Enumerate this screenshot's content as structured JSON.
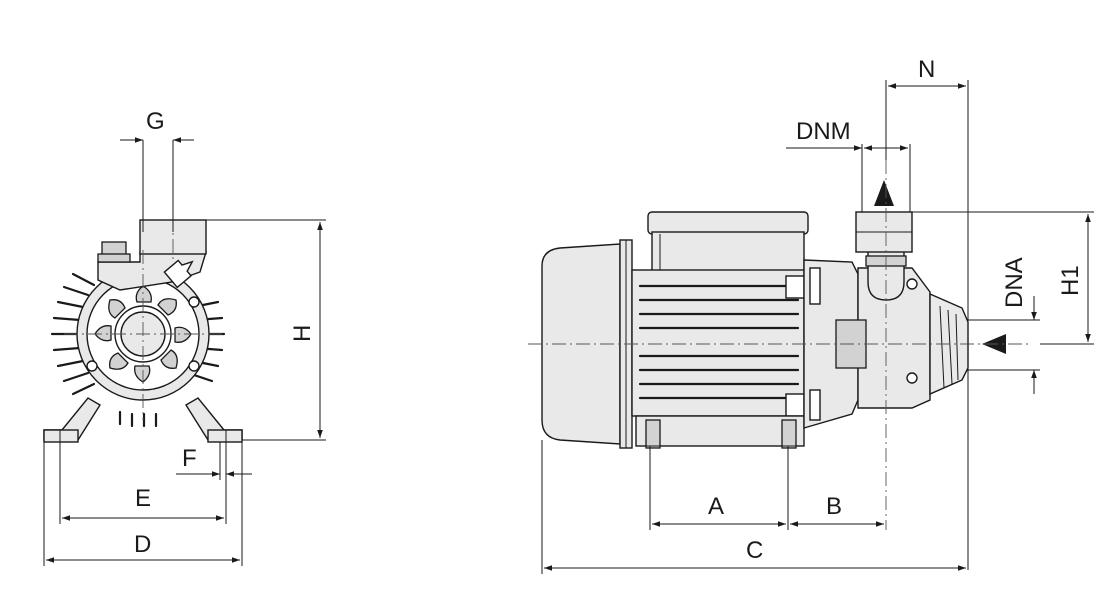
{
  "labels": {
    "g": "G",
    "h": "H",
    "f": "F",
    "e": "E",
    "d": "D",
    "n": "N",
    "dnm": "DNM",
    "dna": "DNA",
    "h1": "H1",
    "a": "A",
    "b": "B",
    "c": "C"
  },
  "colors": {
    "line": "#1a1a1a",
    "body": "#e9e9e9",
    "shade": "#d2d2d2",
    "background": "#ffffff"
  }
}
